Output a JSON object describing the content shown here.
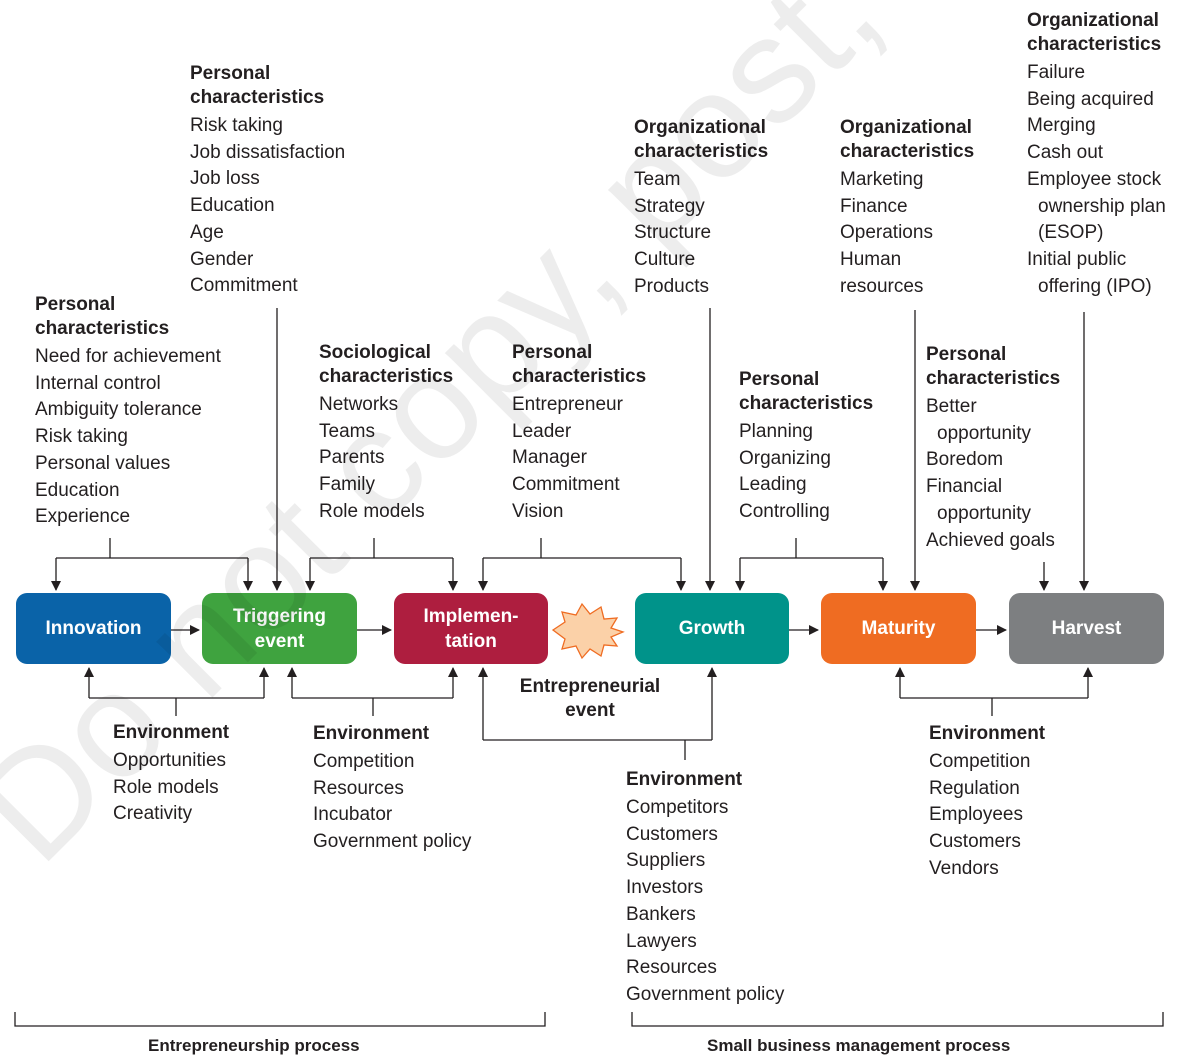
{
  "stages": [
    {
      "lines": [
        "Innovation"
      ],
      "color": "#0a63a8"
    },
    {
      "lines": [
        "Triggering",
        "event"
      ],
      "color": "#3fa33f"
    },
    {
      "lines": [
        "Implemen-",
        "tation"
      ],
      "color": "#ae1e3f"
    },
    {
      "lines": [
        "Growth"
      ],
      "color": "#00938a"
    },
    {
      "lines": [
        "Maturity"
      ],
      "color": "#ef6c22"
    },
    {
      "lines": [
        "Harvest"
      ],
      "color": "#7d7f81"
    }
  ],
  "event_label": [
    "Entrepreneurial",
    "event"
  ],
  "groups": {
    "personal_innovation": {
      "heading": [
        "Personal",
        "characteristics"
      ],
      "items": [
        "Need for achievement",
        "Internal control",
        "Ambiguity tolerance",
        "Risk taking",
        "Personal values",
        "Education",
        "Experience"
      ]
    },
    "personal_trigger": {
      "heading": [
        "Personal",
        "characteristics"
      ],
      "items": [
        "Risk taking",
        "Job dissatisfaction",
        "Job loss",
        "Education",
        "Age",
        "Gender",
        "Commitment"
      ]
    },
    "sociological": {
      "heading": [
        "Sociological",
        "characteristics"
      ],
      "items": [
        "Networks",
        "Teams",
        "Parents",
        "Family",
        "Role models"
      ]
    },
    "personal_implementation": {
      "heading": [
        "Personal",
        "characteristics"
      ],
      "items": [
        "Entrepreneur",
        "Leader",
        "Manager",
        "Commitment",
        "Vision"
      ]
    },
    "org_growth": {
      "heading": [
        "Organizational",
        "characteristics"
      ],
      "items": [
        "Team",
        "Strategy",
        "Structure",
        "Culture",
        "Products"
      ]
    },
    "personal_growth": {
      "heading": [
        "Personal",
        "characteristics"
      ],
      "items": [
        "Planning",
        "Organizing",
        "Leading",
        "Controlling"
      ]
    },
    "org_maturity": {
      "heading": [
        "Organizational",
        "characteristics"
      ],
      "items": [
        "Marketing",
        "Finance",
        "Operations",
        "Human",
        "resources"
      ]
    },
    "personal_harvest": {
      "heading": [
        "Personal",
        "characteristics"
      ],
      "items": [
        "Better",
        "opportunity",
        "Boredom",
        "Financial",
        "opportunity",
        "Achieved goals"
      ]
    },
    "org_harvest": {
      "heading": [
        "Organizational",
        "characteristics"
      ],
      "items": [
        "Failure",
        "Being acquired",
        "Merging",
        "Cash out",
        "Employee stock",
        "ownership plan",
        "(ESOP)",
        "Initial public",
        "offering (IPO)"
      ]
    },
    "env_innovation": {
      "heading": [
        "Environment"
      ],
      "items": [
        "Opportunities",
        "Role models",
        "Creativity"
      ]
    },
    "env_trigger": {
      "heading": [
        "Environment"
      ],
      "items": [
        "Competition",
        "Resources",
        "Incubator",
        "Government policy"
      ]
    },
    "env_growth": {
      "heading": [
        "Environment"
      ],
      "items": [
        "Competitors",
        "Customers",
        "Suppliers",
        "Investors",
        "Bankers",
        "Lawyers",
        "Resources",
        "Government policy"
      ]
    },
    "env_harvest": {
      "heading": [
        "Environment"
      ],
      "items": [
        "Competition",
        "Regulation",
        "Employees",
        "Customers",
        "Vendors"
      ]
    }
  },
  "process_labels": {
    "left": "Entrepreneurship process",
    "right": "Small business management process"
  },
  "watermark": "Do not copy, post, or distribute"
}
